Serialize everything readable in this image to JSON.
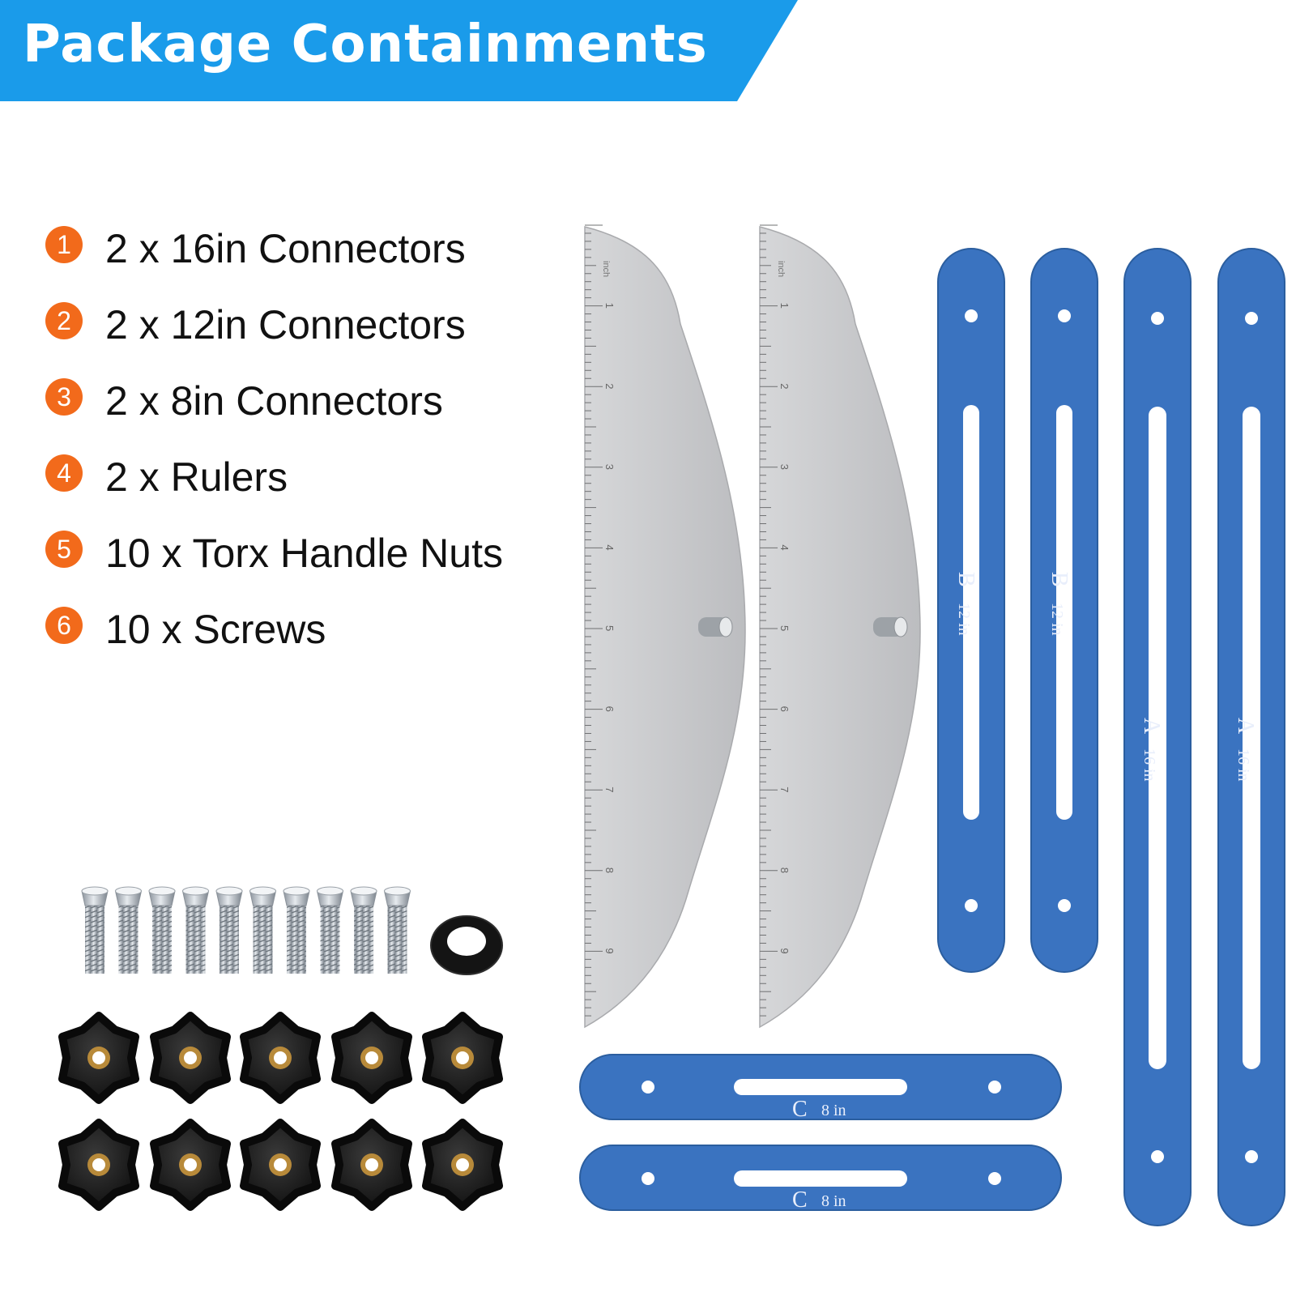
{
  "header": {
    "title": "Package Containments"
  },
  "items": [
    {
      "number": "1",
      "text": "2 x 16in Connectors"
    },
    {
      "number": "2",
      "text": "2 x 12in Connectors"
    },
    {
      "number": "3",
      "text": "2 x 8in Connectors"
    },
    {
      "number": "4",
      "text": "2 x Rulers"
    },
    {
      "number": "5",
      "text": "10 x Torx Handle Nuts"
    },
    {
      "number": "6",
      "text": "10 x Screws"
    }
  ],
  "ruler": {
    "unit": "inch",
    "marks": [
      "1",
      "2",
      "3",
      "4",
      "5",
      "6",
      "7",
      "8",
      "9"
    ]
  },
  "connectors": {
    "b_letter": "B",
    "b_size": "12 in",
    "a_letter": "A",
    "a_size": "16 in",
    "c_letter": "C",
    "c_size": "8 in"
  },
  "colors": {
    "banner": "#1a9bea",
    "badge": "#f26a1b",
    "connector": "#3a73c0",
    "ruler": "#c8c9cb",
    "knob": "#161616"
  }
}
